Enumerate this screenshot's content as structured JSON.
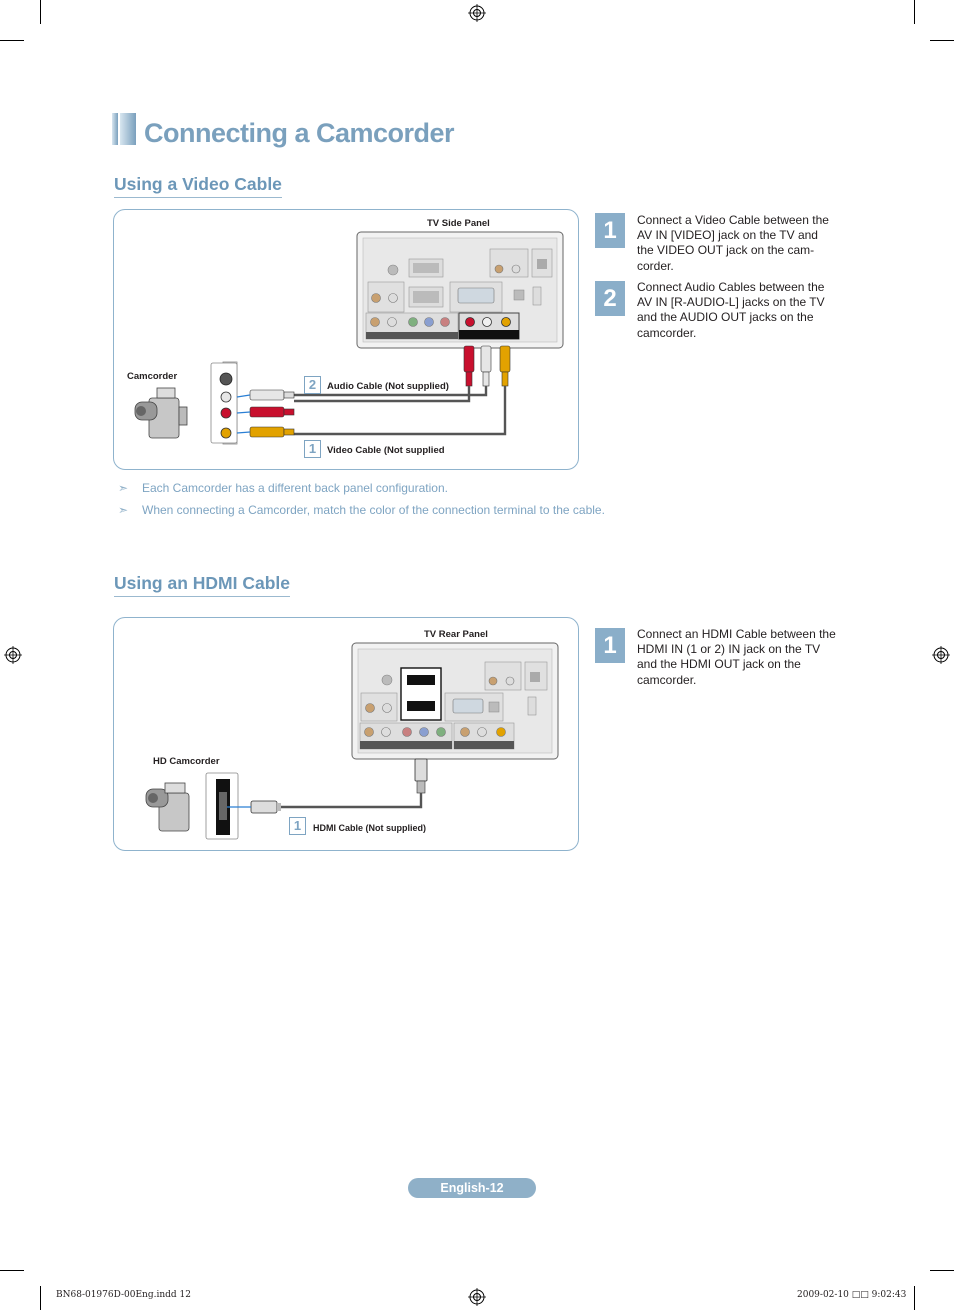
{
  "page": {
    "title": "Connecting a Camcorder",
    "page_label": "English-12"
  },
  "video_section": {
    "heading": "Using a Video Cable",
    "panel_label": "TV Side Panel",
    "device_label": "Camcorder",
    "cable_audio_num": "2",
    "cable_audio_label": "Audio Cable (Not supplied)",
    "cable_video_num": "1",
    "cable_video_label": "Video Cable (Not supplied",
    "steps": [
      {
        "num": "1",
        "text": "Connect a Video Cable between the AV IN [VIDEO] jack on the TV and the VIDEO OUT jack on the cam-corder."
      },
      {
        "num": "2",
        "text": "Connect Audio Cables between the AV IN [R-AUDIO-L] jacks on the TV and the AUDIO OUT jacks on the camcorder."
      }
    ],
    "notes": [
      "Each Camcorder has a different back panel configuration.",
      "When connecting a Camcorder, match the color of the connection terminal to the cable."
    ],
    "note_arrow": "➣"
  },
  "hdmi_section": {
    "heading": "Using an HDMI Cable",
    "panel_label": "TV Rear Panel",
    "device_label": "HD Camcorder",
    "cable_num": "1",
    "cable_label": "HDMI Cable (Not supplied)",
    "steps": [
      {
        "num": "1",
        "text": "Connect an HDMI Cable between the HDMI IN (1 or 2) IN jack on the TV and the HDMI OUT jack on the camcorder."
      }
    ]
  },
  "footer": {
    "file": "BN68-01976D-00Eng.indd   12",
    "timestamp": "2009-02-10   □□ 9:02:43"
  },
  "colors": {
    "accent": "#8aaec9",
    "heading": "#6c97b8",
    "note": "#7ea4c2",
    "cable_red": "#c8102e",
    "cable_yellow": "#e2a200",
    "cable_white": "#e6e6e6"
  }
}
